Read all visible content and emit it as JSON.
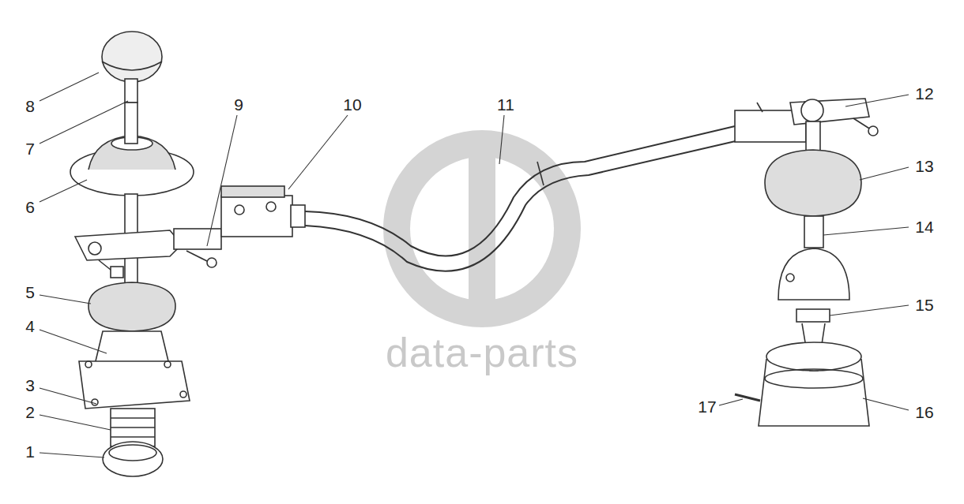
{
  "diagram": {
    "labels": [
      "1",
      "2",
      "3",
      "4",
      "5",
      "6",
      "7",
      "8",
      "9",
      "10",
      "11",
      "12",
      "13",
      "14",
      "15",
      "16",
      "17",
      "data-parts"
    ]
  }
}
